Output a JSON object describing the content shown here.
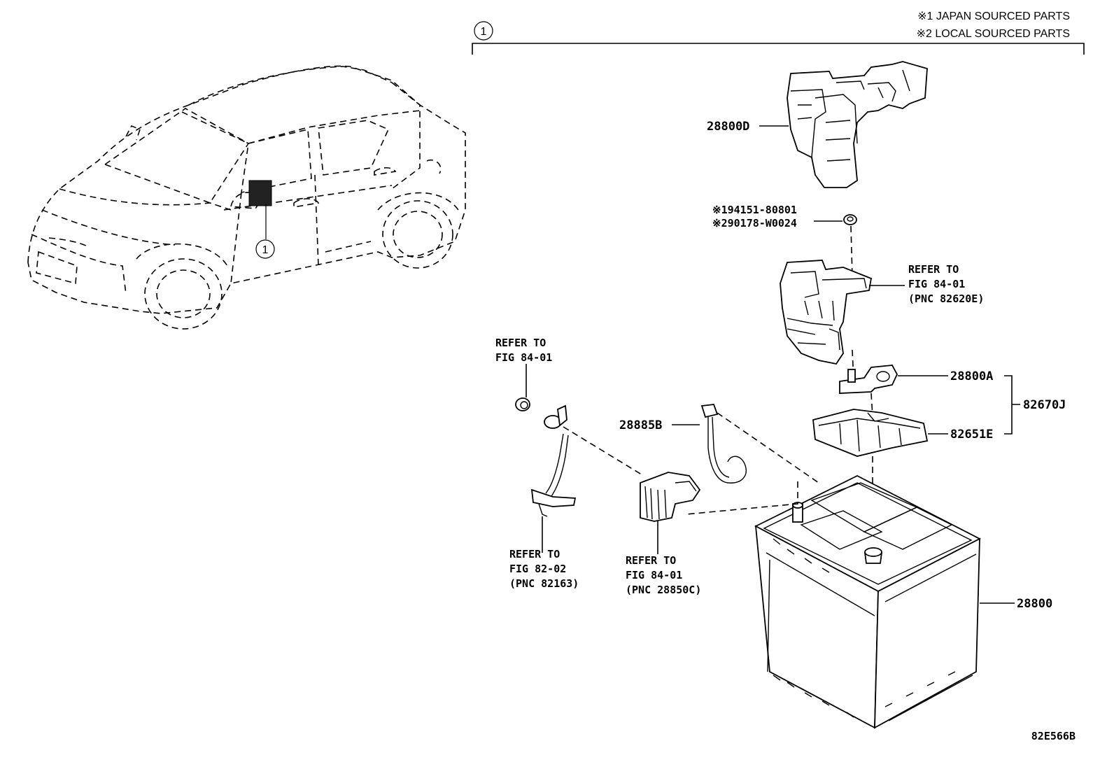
{
  "notes": {
    "note1": "※1 JAPAN SOURCED PARTS",
    "note2": "※2 LOCAL SOURCED PARTS"
  },
  "group_callout": "1",
  "car_callout": "1",
  "labels": {
    "p28800D": "28800D",
    "spec1": "※194151-80801",
    "spec2": "※290178-W0024",
    "ref_fuse_1": "REFER TO",
    "ref_fuse_2": "FIG 84-01",
    "ref_fuse_3": "(PNC 82620E)",
    "p28800A": "28800A",
    "p82670J": "82670J",
    "p82651E": "82651E",
    "p28885B": "28885B",
    "p28800": "28800",
    "ref_bolt_1": "REFER TO",
    "ref_bolt_2": "FIG 84-01",
    "ref_cable_1": "REFER TO",
    "ref_cable_2": "FIG 82-02",
    "ref_cable_3": "(PNC 82163)",
    "ref_sensor_1": "REFER TO",
    "ref_sensor_2": "FIG 84-01",
    "ref_sensor_3": "(PNC 28850C)",
    "figure_code": "82E566B"
  }
}
